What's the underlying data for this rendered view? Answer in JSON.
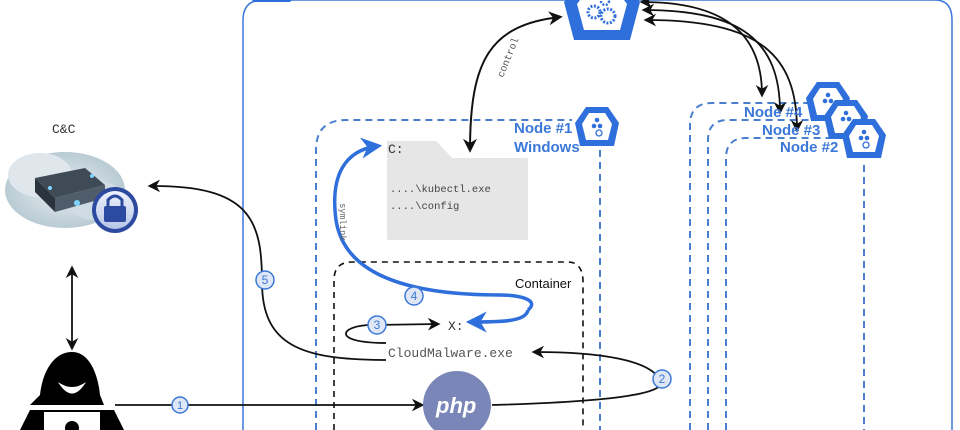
{
  "colors": {
    "blue": "#2f6fdc",
    "node_blue": "#3b78d8",
    "dash_blue": "#4a7fd0",
    "black": "#111111",
    "php": "#7a86b8",
    "folder": "#e6e6e6",
    "step_fill": "#dfe6f5"
  },
  "cnc": {
    "label": "C&C",
    "icon": "cloud-server-lock-icon"
  },
  "attacker": {
    "icon": "hacker-icon"
  },
  "cluster": {
    "control_plane_icon": "kubernetes-control-plane-icon",
    "control_label": "control"
  },
  "nodes": [
    {
      "title": "Node #1",
      "subtitle": "Windows"
    },
    {
      "title": "Node #4"
    },
    {
      "title": "Node #3"
    },
    {
      "title": "Node #2"
    }
  ],
  "host_fs": {
    "drive": "C:",
    "files": [
      "....\\kubectl.exe",
      "....\\config"
    ]
  },
  "container": {
    "label": "Container",
    "mount": "X:",
    "malware": "CloudMalware.exe",
    "webapp": "php"
  },
  "symlink_label": "symlink",
  "steps": [
    "1",
    "2",
    "3",
    "4",
    "5"
  ]
}
